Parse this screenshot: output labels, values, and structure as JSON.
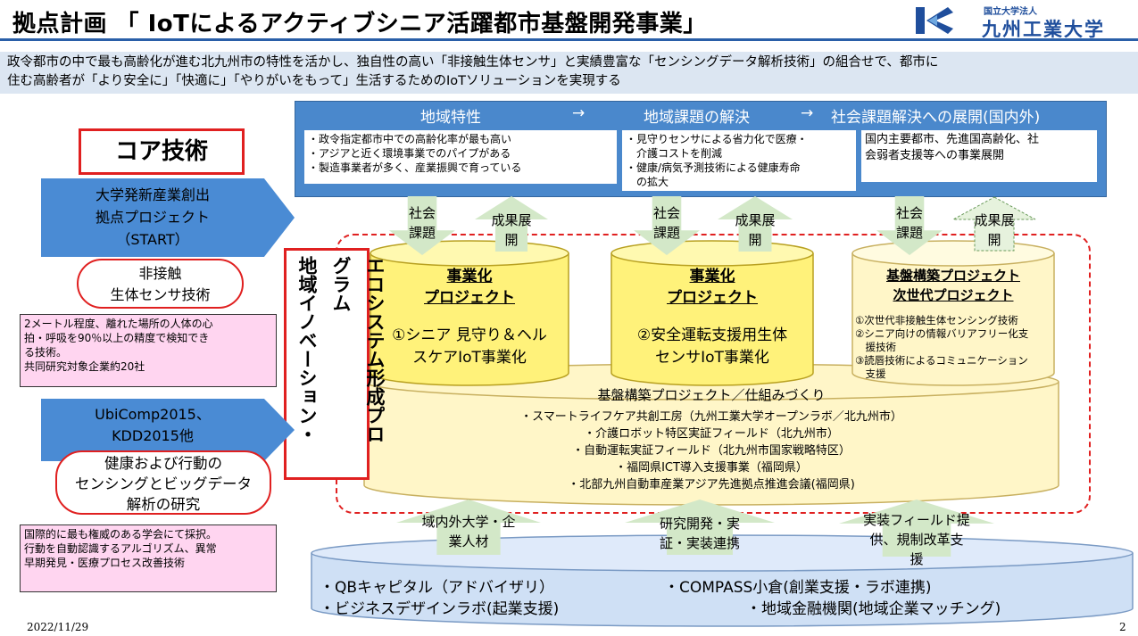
{
  "header": {
    "title": "拠点計画 「 IoTによるアクティブシニア活躍都市基盤開発事業」",
    "logo_sub": "国立大学法人",
    "logo_name": "九州工業大学"
  },
  "intro": {
    "line1": "政令都市の中で最も高齢化が進む北九州市の特性を活かし、独自性の高い「非接触生体センサ」と実績豊富な「センシングデータ解析技術」の組合せで、都市に",
    "line2": "住む高齢者が「より安全に」「快適に」「やりがいをもって」生活するためのIoTソリューションを実現する"
  },
  "left": {
    "core_label": "コア技術",
    "start_arrow": [
      "大学発新産業創出",
      "拠点プロジェクト",
      "（START）"
    ],
    "pill1": [
      "非接触",
      "生体センサ技術"
    ],
    "pink1": [
      "2メートル程度、離れた場所の人体の心",
      "拍・呼吸を90％以上の精度で検知でき",
      "る技術。",
      "共同研究対象企業約20社"
    ],
    "ubi_arrow": [
      "UbiComp2015、",
      "KDD2015他"
    ],
    "pill2": [
      "健康および行動の",
      "センシングとビッグデータ",
      "解析の研究"
    ],
    "pink2": [
      "国際的に最も権威のある学会にて採択。",
      "行動を自動認識するアルゴリズム、異常",
      "早期発見・医療プロセス改善技術"
    ]
  },
  "ecosystem": {
    "col1": "エコシステム形成プロ",
    "col2": "グラム",
    "col3": "地域イノベーション・"
  },
  "banner": {
    "head1": "地域特性",
    "arrow1": "→",
    "head2": "地域課題の解決",
    "arrow2": "→",
    "head3": "社会課題解決への展開(国内外)",
    "box1": [
      "・政令指定都市中での高齢化率が最も高い",
      "・アジアと近く環境事業でのパイプがある",
      "・製造事業者が多く、産業振興で育っている"
    ],
    "box2": [
      "・見守りセンサによる省力化で医療・",
      "　介護コストを削減",
      "・健康/病気予測技術による健康寿命",
      "　の拡大"
    ],
    "box3": [
      "国内主要都市、先進国高齢化、社",
      "会弱者支援等への事業展開"
    ]
  },
  "arrows": {
    "social": [
      "社会",
      "課題"
    ],
    "results": [
      "成果展",
      "開"
    ]
  },
  "cylinders": {
    "c1": {
      "title": [
        "事業化",
        "プロジェクト"
      ],
      "body": [
        "①シニア 見守り＆ヘル",
        "スケアIoT事業化"
      ]
    },
    "c2": {
      "title": [
        "事業化",
        "プロジェクト"
      ],
      "body": [
        "②安全運転支援用生体",
        "センサIoT事業化"
      ]
    },
    "c3": {
      "title": [
        "基盤構築プロジェクト",
        "次世代プロジェクト"
      ],
      "body": [
        "①次世代非接触生体センシング技術",
        "②シニア向けの情報バリアフリー化支",
        "　援技術",
        "③読唇技術によるコミュニケーション",
        "　支援"
      ]
    }
  },
  "base_mid": {
    "title": "基盤構築プロジェクト／仕組みづくり",
    "items": [
      "・スマートライフケア共創工房（九州工業大学オープンラボ／北九州市）",
      "・介護ロボット特区実証フィールド（北九州市）",
      "・自動運転実証フィールド（北九州市国家戦略特区）",
      "・福岡県ICT導入支援事業（福岡県）",
      "・北部九州自動車産業アジア先進拠点推進会議(福岡県)"
    ]
  },
  "bottom_arrows": {
    "a1": [
      "域内外大学・企",
      "業人材"
    ],
    "a2": [
      "研究開発・実",
      "証・実装連携"
    ],
    "a3": [
      "実装フィールド提",
      "供、規制改革支",
      "援"
    ]
  },
  "base_bottom": {
    "item1": "・QBキャピタル（アドバイザリ）",
    "item2": "・COMPASS小倉(創業支援・ラボ連携)",
    "item3": "・ビジネスデザインラボ(起業支援)",
    "item4": "・地域金融機関(地域企業マッチング)"
  },
  "footer": {
    "date": "2022/11/29",
    "page": "2"
  },
  "colors": {
    "title_border": "#2a5fa8",
    "banner": "#4a88cc",
    "accent_red": "#e02020",
    "cylinder_yellow": "#fff27a",
    "arrow_green": "#d3e8c8",
    "pink": "#ffd5f0"
  }
}
